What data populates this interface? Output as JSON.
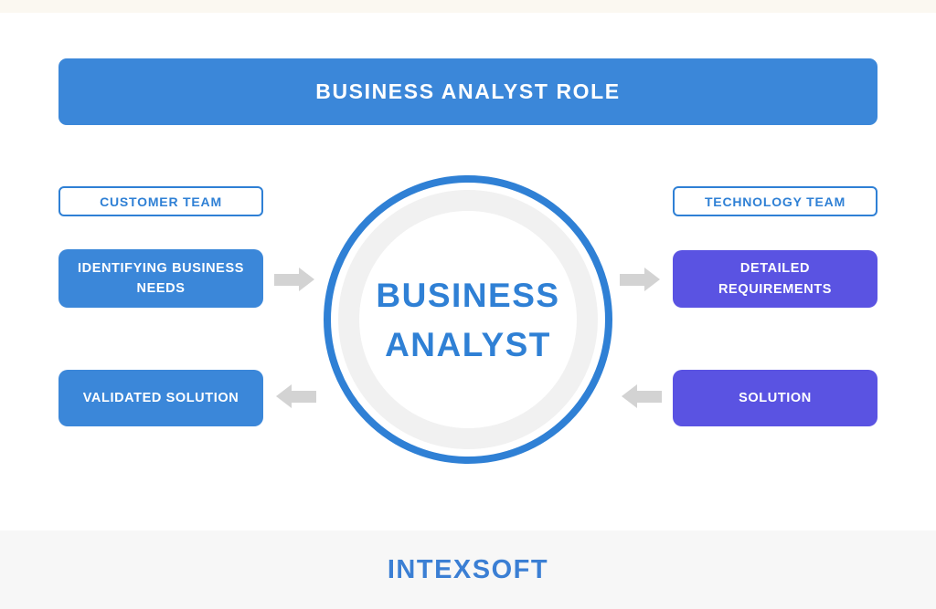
{
  "header": {
    "title": "BUSINESS ANALYST ROLE",
    "bg_color": "#3b87d9",
    "text_color": "#ffffff"
  },
  "left_column": {
    "team_label": "CUSTOMER TEAM",
    "boxes": [
      {
        "label": "IDENTIFYING BUSINESS NEEDS",
        "bg_color": "#3b87d9"
      },
      {
        "label": "VALIDATED SOLUTION",
        "bg_color": "#3b87d9"
      }
    ]
  },
  "right_column": {
    "team_label": "TECHNOLOGY TEAM",
    "boxes": [
      {
        "label": "DETAILED REQUIREMENTS",
        "bg_color": "#5a53e2"
      },
      {
        "label": "SOLUTION",
        "bg_color": "#5a53e2"
      }
    ]
  },
  "center_circle": {
    "line1": "BUSINESS",
    "line2": "ANALYST",
    "ring_color": "#2f80d5",
    "inner_ring_color": "#f1f1f1",
    "text_color": "#2f80d5"
  },
  "arrows": {
    "top_left_direction": "right",
    "top_right_direction": "right",
    "bottom_left_direction": "left",
    "bottom_right_direction": "left",
    "color": "#d3d3d3"
  },
  "footer": {
    "logo_text": "INTEXSOFT",
    "logo_color": "#3b7fd4",
    "bg_color": "#f7f7f7"
  }
}
